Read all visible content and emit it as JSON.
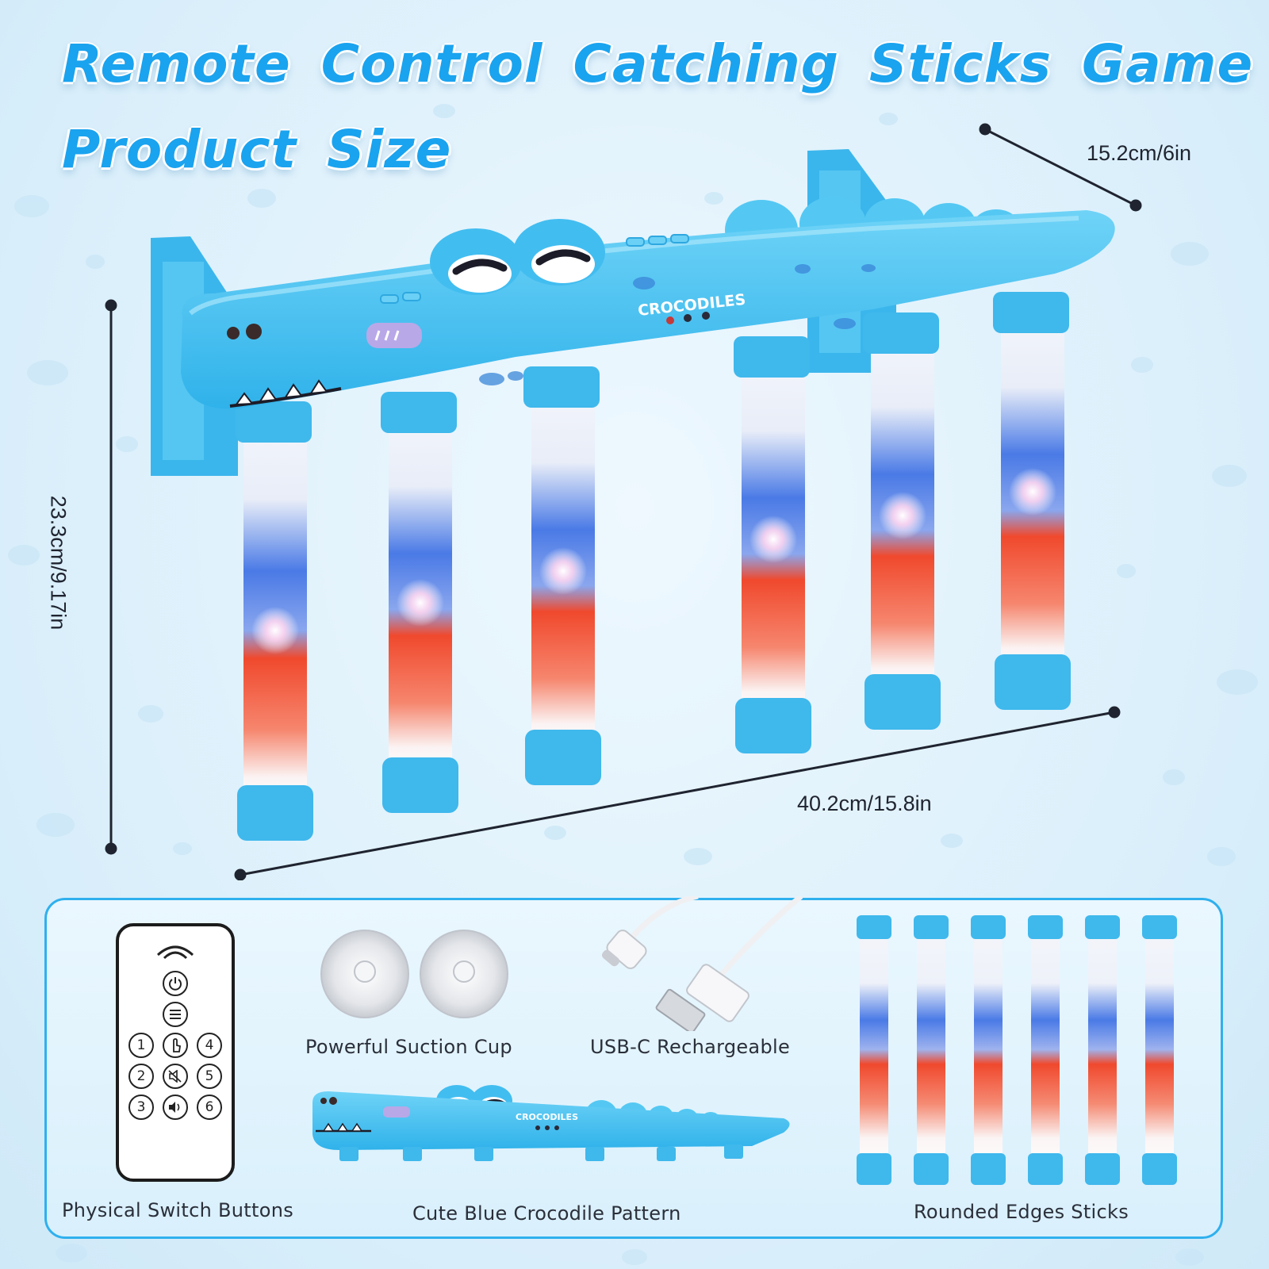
{
  "title": {
    "line1": "Remote Control Catching Sticks Game",
    "line2": "Product Size"
  },
  "dimensions": {
    "depth": "15.2cm/6in",
    "height": "23.3cm/9.17in",
    "width": "40.2cm/15.8in"
  },
  "product": {
    "brand_text": "CROCODILES"
  },
  "remote": {
    "buttons": [
      "1",
      "2",
      "3",
      "4",
      "5",
      "6"
    ]
  },
  "features": {
    "remote_caption": "Physical Switch Buttons",
    "suction_caption": "Powerful Suction Cup",
    "usb_caption": "USB-C Rechargeable",
    "crocodile_caption": "Cute Blue Crocodile Pattern",
    "sticks_caption": "Rounded Edges Sticks"
  },
  "colors": {
    "title": "#1aa3ef",
    "crocodile": "#45c3f2",
    "stick_blue": "#3f6fe0",
    "stick_red": "#f0492d",
    "panel_border": "#2fb0ee"
  }
}
